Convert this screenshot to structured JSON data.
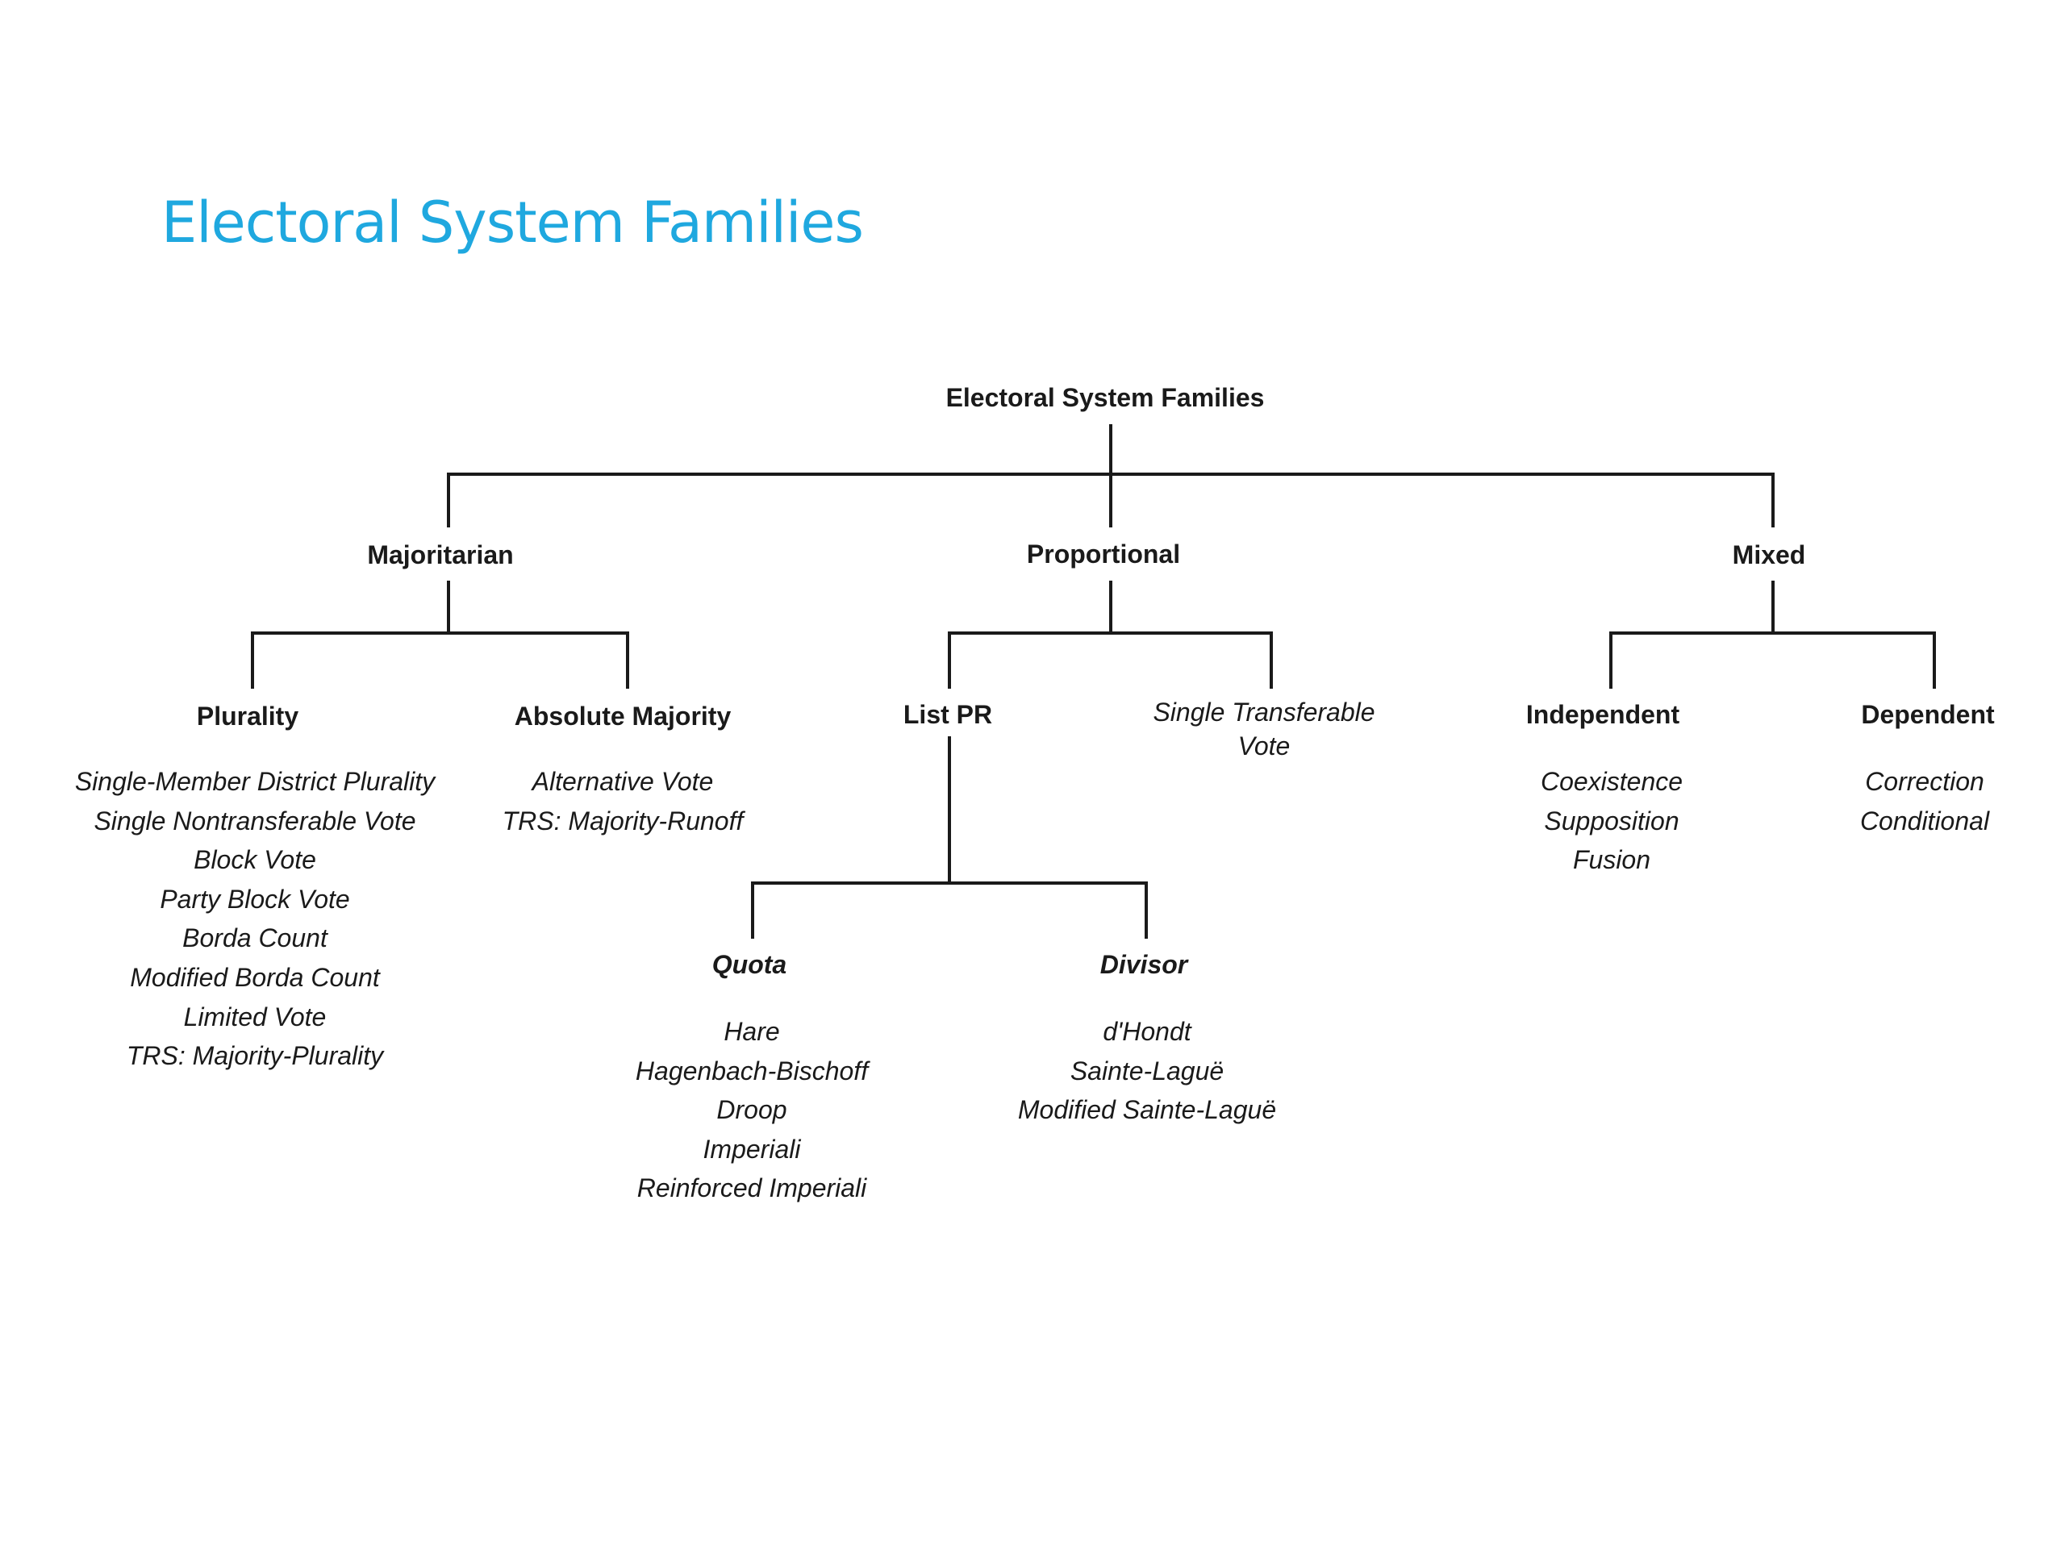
{
  "slide_title": "Electoral System Families",
  "diagram": {
    "root": "Electoral System Families",
    "families": {
      "majoritarian": {
        "label": "Majoritarian",
        "plurality": {
          "label": "Plurality",
          "items": [
            "Single-Member  District  Plurality",
            "Single Nontransferable Vote",
            "Block  Vote",
            "Party Block  Vote",
            "Borda  Count",
            "Modified Borda  Count",
            "Limited  Vote",
            "TRS:  Majority-Plurality"
          ]
        },
        "absolute_majority": {
          "label": "Absolute  Majority",
          "items": [
            "Alternative  Vote",
            "TRS:   Majority-Runoff"
          ]
        }
      },
      "proportional": {
        "label": "Proportional",
        "list_pr": {
          "label": "List PR",
          "quota": {
            "label": "Quota",
            "items": [
              "Hare",
              "Hagenbach-Bischoff",
              "Droop",
              "Imperiali",
              "Reinforced Imperiali"
            ]
          },
          "divisor": {
            "label": "Divisor",
            "items": [
              "d'Hondt",
              "Sainte-Laguë",
              "Modified  Sainte-Laguë"
            ]
          }
        },
        "stv": {
          "label_line1": "Single  Transferable",
          "label_line2": "Vote"
        }
      },
      "mixed": {
        "label": "Mixed",
        "independent": {
          "label": "Independent",
          "items": [
            "Coexistence",
            "Supposition",
            "Fusion"
          ]
        },
        "dependent": {
          "label": "Dependent",
          "items": [
            "Correction",
            "Conditional"
          ]
        }
      }
    }
  }
}
